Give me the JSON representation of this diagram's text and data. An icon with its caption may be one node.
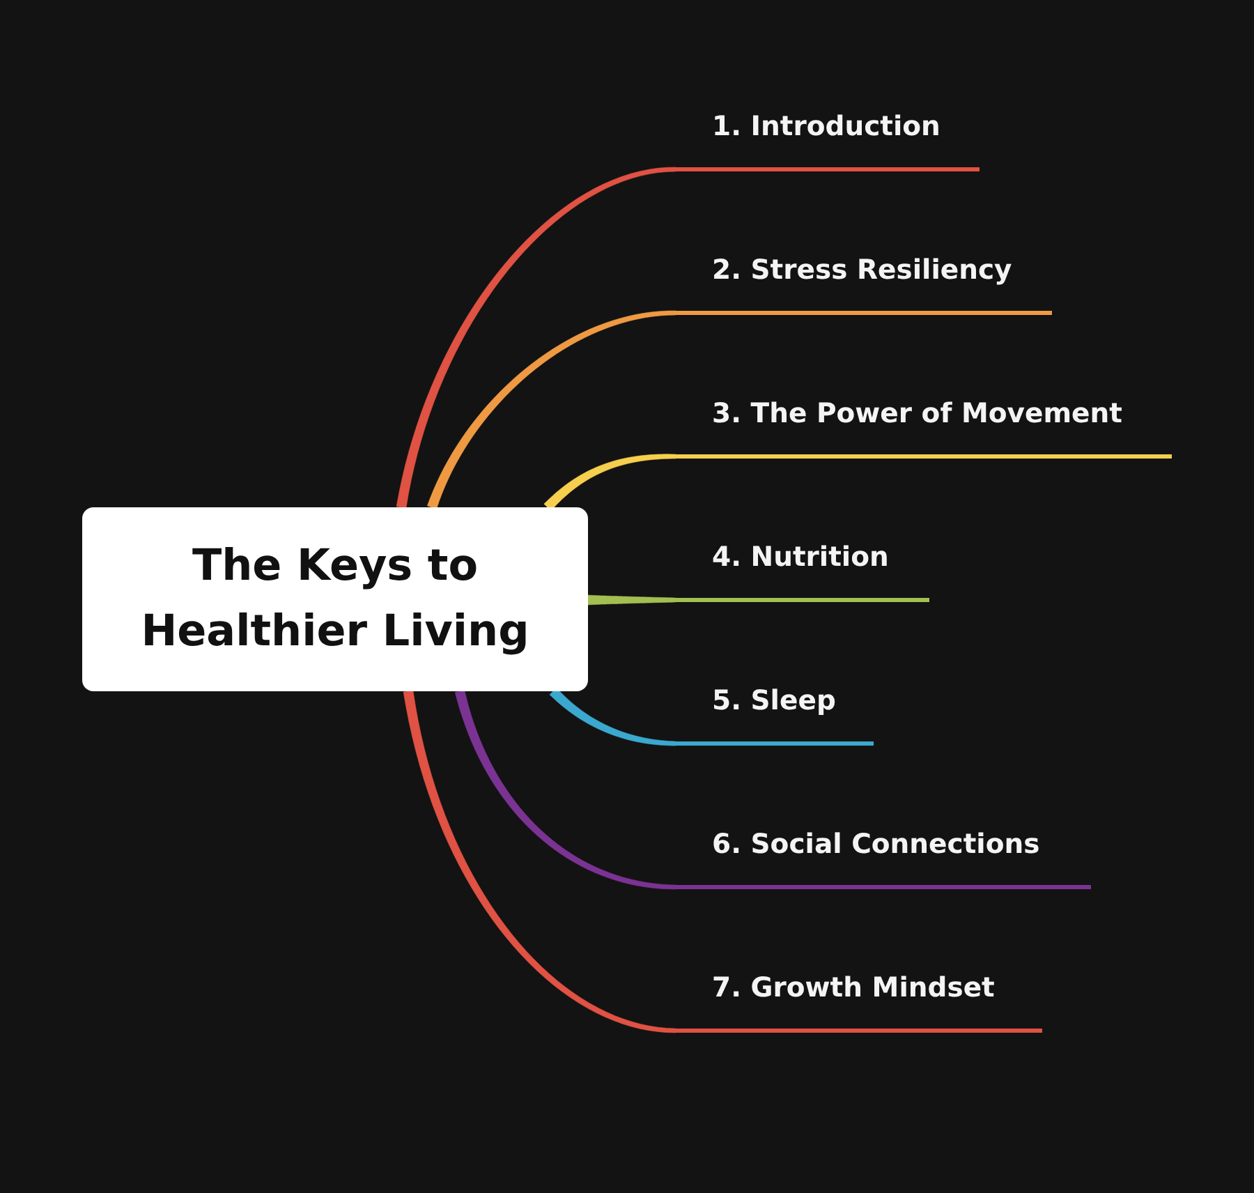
{
  "diagram": {
    "nodes": [
      {
        "text": [
          "The Keys to Healthier Living"
        ]
      },
      {
        "text": [
          "1. Introduction"
        ]
      },
      {
        "text": [
          "2. Stress Resiliency"
        ]
      },
      {
        "text": [
          "3. The Power of Movement"
        ]
      },
      {
        "text": [
          "4. Nutrition"
        ]
      },
      {
        "text": [
          "5. Sleep"
        ]
      },
      {
        "text": [
          "6. Social Connections"
        ]
      },
      {
        "text": [
          "7. Growth Mindset"
        ]
      }
    ],
    "edges": [
      {
        "from": 0,
        "to": 1,
        "arrow": "none",
        "color": "#e05243"
      },
      {
        "from": 0,
        "to": 2,
        "arrow": "none",
        "color": "#ef9a43"
      },
      {
        "from": 0,
        "to": 3,
        "arrow": "none",
        "color": "#f6cf4e"
      },
      {
        "from": 0,
        "to": 4,
        "arrow": "none",
        "color": "#a3bf52"
      },
      {
        "from": 0,
        "to": 5,
        "arrow": "none",
        "color": "#3ba9cf"
      },
      {
        "from": 0,
        "to": 6,
        "arrow": "none",
        "color": "#7b3393"
      },
      {
        "from": 0,
        "to": 7,
        "arrow": "none",
        "color": "#e05243"
      }
    ]
  }
}
